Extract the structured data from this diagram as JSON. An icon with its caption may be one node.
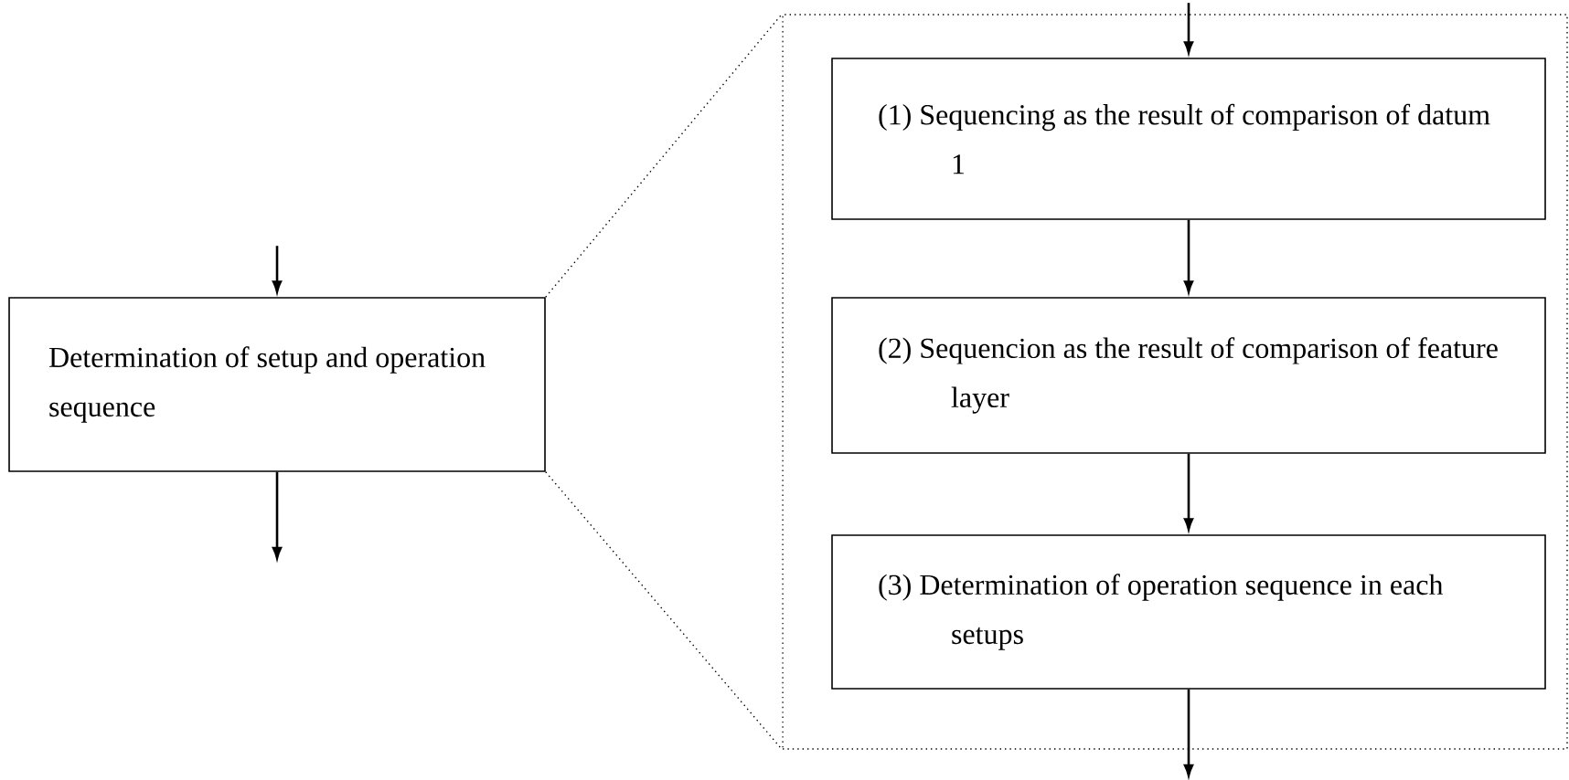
{
  "diagram": {
    "nodes": [
      {
        "text": [
          "Determination of setup and operation sequence"
        ]
      },
      {
        "text": [],
        "shape": "box"
      },
      {
        "text": [
          "(1) Sequencing as the result of comparison of datum 1"
        ],
        "in": 1
      },
      {
        "text": [
          "(2) Sequencion as the result of comparison of feature layer"
        ],
        "in": 1
      },
      {
        "text": [
          "(3) Determination of operation sequence in each setups"
        ],
        "in": 1
      }
    ],
    "edges": [
      {
        "from": null,
        "to": 0,
        "arrow": "to"
      },
      {
        "from": 0,
        "to": null,
        "arrow": "to"
      },
      {
        "from": 0,
        "to": 1,
        "arrow": "none",
        "style": "dashed"
      },
      {
        "from": 0,
        "to": 1,
        "arrow": "none",
        "style": "dashed"
      },
      {
        "from": null,
        "to": 2,
        "arrow": "to"
      },
      {
        "from": 2,
        "to": 3,
        "arrow": "to"
      },
      {
        "from": 3,
        "to": 4,
        "arrow": "to"
      },
      {
        "from": 4,
        "to": null,
        "arrow": "to"
      }
    ]
  }
}
